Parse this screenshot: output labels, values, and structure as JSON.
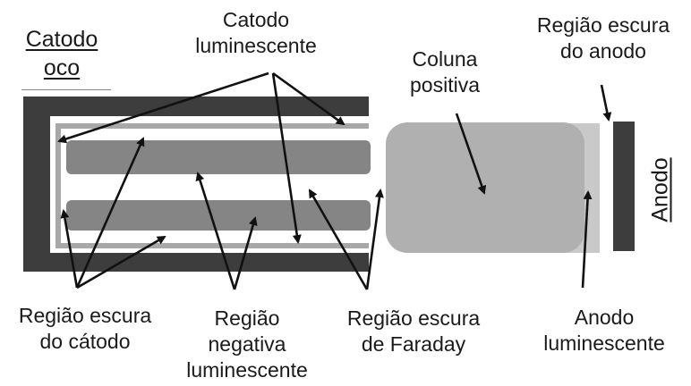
{
  "title": {
    "line1": "Catodo",
    "line2": "oco"
  },
  "anode_label": "Anodo",
  "labels": {
    "catodo_luminescente": [
      "Catodo",
      "luminescente"
    ],
    "regiao_escura_anodo": [
      "Região escura",
      "do anodo"
    ],
    "coluna_positiva": [
      "Coluna",
      "positiva"
    ],
    "regiao_escura_catodo": [
      "Região escura",
      "do cátodo"
    ],
    "regiao_negativa": [
      "Região",
      "negativa",
      "luminescente"
    ],
    "regiao_escura_faraday": [
      "Região escura",
      "de Faraday"
    ],
    "anodo_luminescente": [
      "Anodo",
      "luminescente"
    ]
  },
  "colors": {
    "cathode": "#3d3d3d",
    "glow": "#a8a8a8",
    "negative_glow": "#858585",
    "column": "#b0b0b0",
    "anode_glow": "#c9c9c9",
    "anode": "#3d3d3d",
    "arrow": "#111111"
  }
}
